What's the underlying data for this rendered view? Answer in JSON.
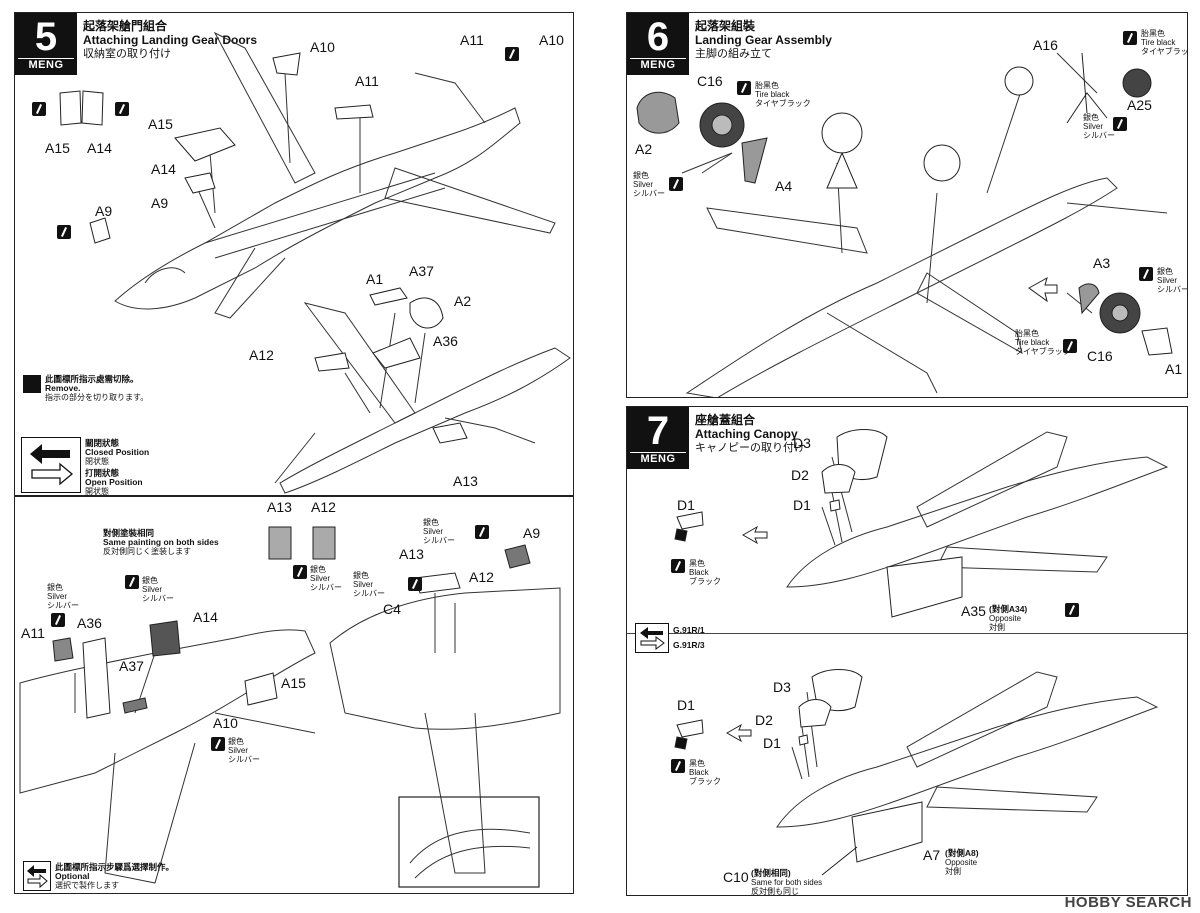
{
  "steps": {
    "s5": {
      "num": "5",
      "brand": "MENG",
      "zh": "起落架艙門組合",
      "en": "Attaching Landing Gear Doors",
      "jp": "収納室の取り付け"
    },
    "s6": {
      "num": "6",
      "brand": "MENG",
      "zh": "起落架組裝",
      "en": "Landing Gear Assembly",
      "jp": "主脚の組み立て"
    },
    "s7": {
      "num": "7",
      "brand": "MENG",
      "zh": "座艙蓋組合",
      "en": "Attaching Canopy",
      "jp": "キャノピーの取り付け"
    }
  },
  "labels5": {
    "A10a": "A10",
    "A11a": "A11",
    "A11b": "A11",
    "A10b": "A10",
    "A15": "A15",
    "A14": "A14",
    "A15b": "A15",
    "A14b": "A14",
    "A9": "A9",
    "A9b": "A9",
    "A1": "A1",
    "A37": "A37",
    "A2": "A2",
    "A36": "A36",
    "A12": "A12",
    "A13": "A13",
    "A13b": "A13",
    "A12b": "A12",
    "A13c": "A13",
    "A12c": "A12",
    "C4": "C4",
    "A11c": "A11",
    "A36b": "A36",
    "A14c": "A14",
    "A37b": "A37",
    "A15c": "A15",
    "A10c": "A10"
  },
  "notes5": {
    "remove_zh": "此圖標所指示處需切除。",
    "remove_en": "Remove.",
    "remove_jp": "指示の部分を切り取ります。",
    "closed_zh": "關閉狀態",
    "closed_en": "Closed Position",
    "closed_jp": "閉状態",
    "open_zh": "打開狀態",
    "open_en": "Open Position",
    "open_jp": "開状態",
    "same_zh": "對側塗裝相同",
    "same_en": "Same painting on both sides",
    "same_jp": "反対側同じく塗装します",
    "optional_zh": "此圖標所指示步驟爲選擇制作。",
    "optional_en": "Optional",
    "optional_jp": "選択で製作します",
    "silver_zh": "銀色",
    "silver_en": "Silver",
    "silver_jp": "シルバー"
  },
  "labels6": {
    "A16": "A16",
    "A25": "A25",
    "C16": "C16",
    "A2": "A2",
    "A4": "A4",
    "A3": "A3",
    "C16b": "C16",
    "A1": "A1",
    "tire_zh": "胎黑色",
    "tire_en": "Tire black",
    "tire_jp": "タイヤブラック",
    "silver_zh": "銀色",
    "silver_en": "Silver",
    "silver_jp": "シルバー"
  },
  "labels7": {
    "D3": "D3",
    "D2": "D2",
    "D1": "D1",
    "D1b": "D1",
    "D3b": "D3",
    "D2b": "D2",
    "D1c": "D1",
    "A35": "A35",
    "A35_note_zh": "(對側A34)",
    "A35_note_en": "Opposite",
    "A35_note_jp": "対側",
    "A7": "A7",
    "A7_note_zh": "(對側A8)",
    "A7_note_en": "Opposite",
    "A7_note_jp": "対側",
    "C10": "C10",
    "C10_note_zh": "(對側相同)",
    "C10_note_en": "Same for both sides",
    "C10_note_jp": "反対側も同じ",
    "black_zh": "黑色",
    "black_en": "Black",
    "black_jp": "ブラック",
    "variant1": "G.91R/1",
    "variant2": "G.91R/3"
  },
  "watermark": "HOBBY SEARCH"
}
